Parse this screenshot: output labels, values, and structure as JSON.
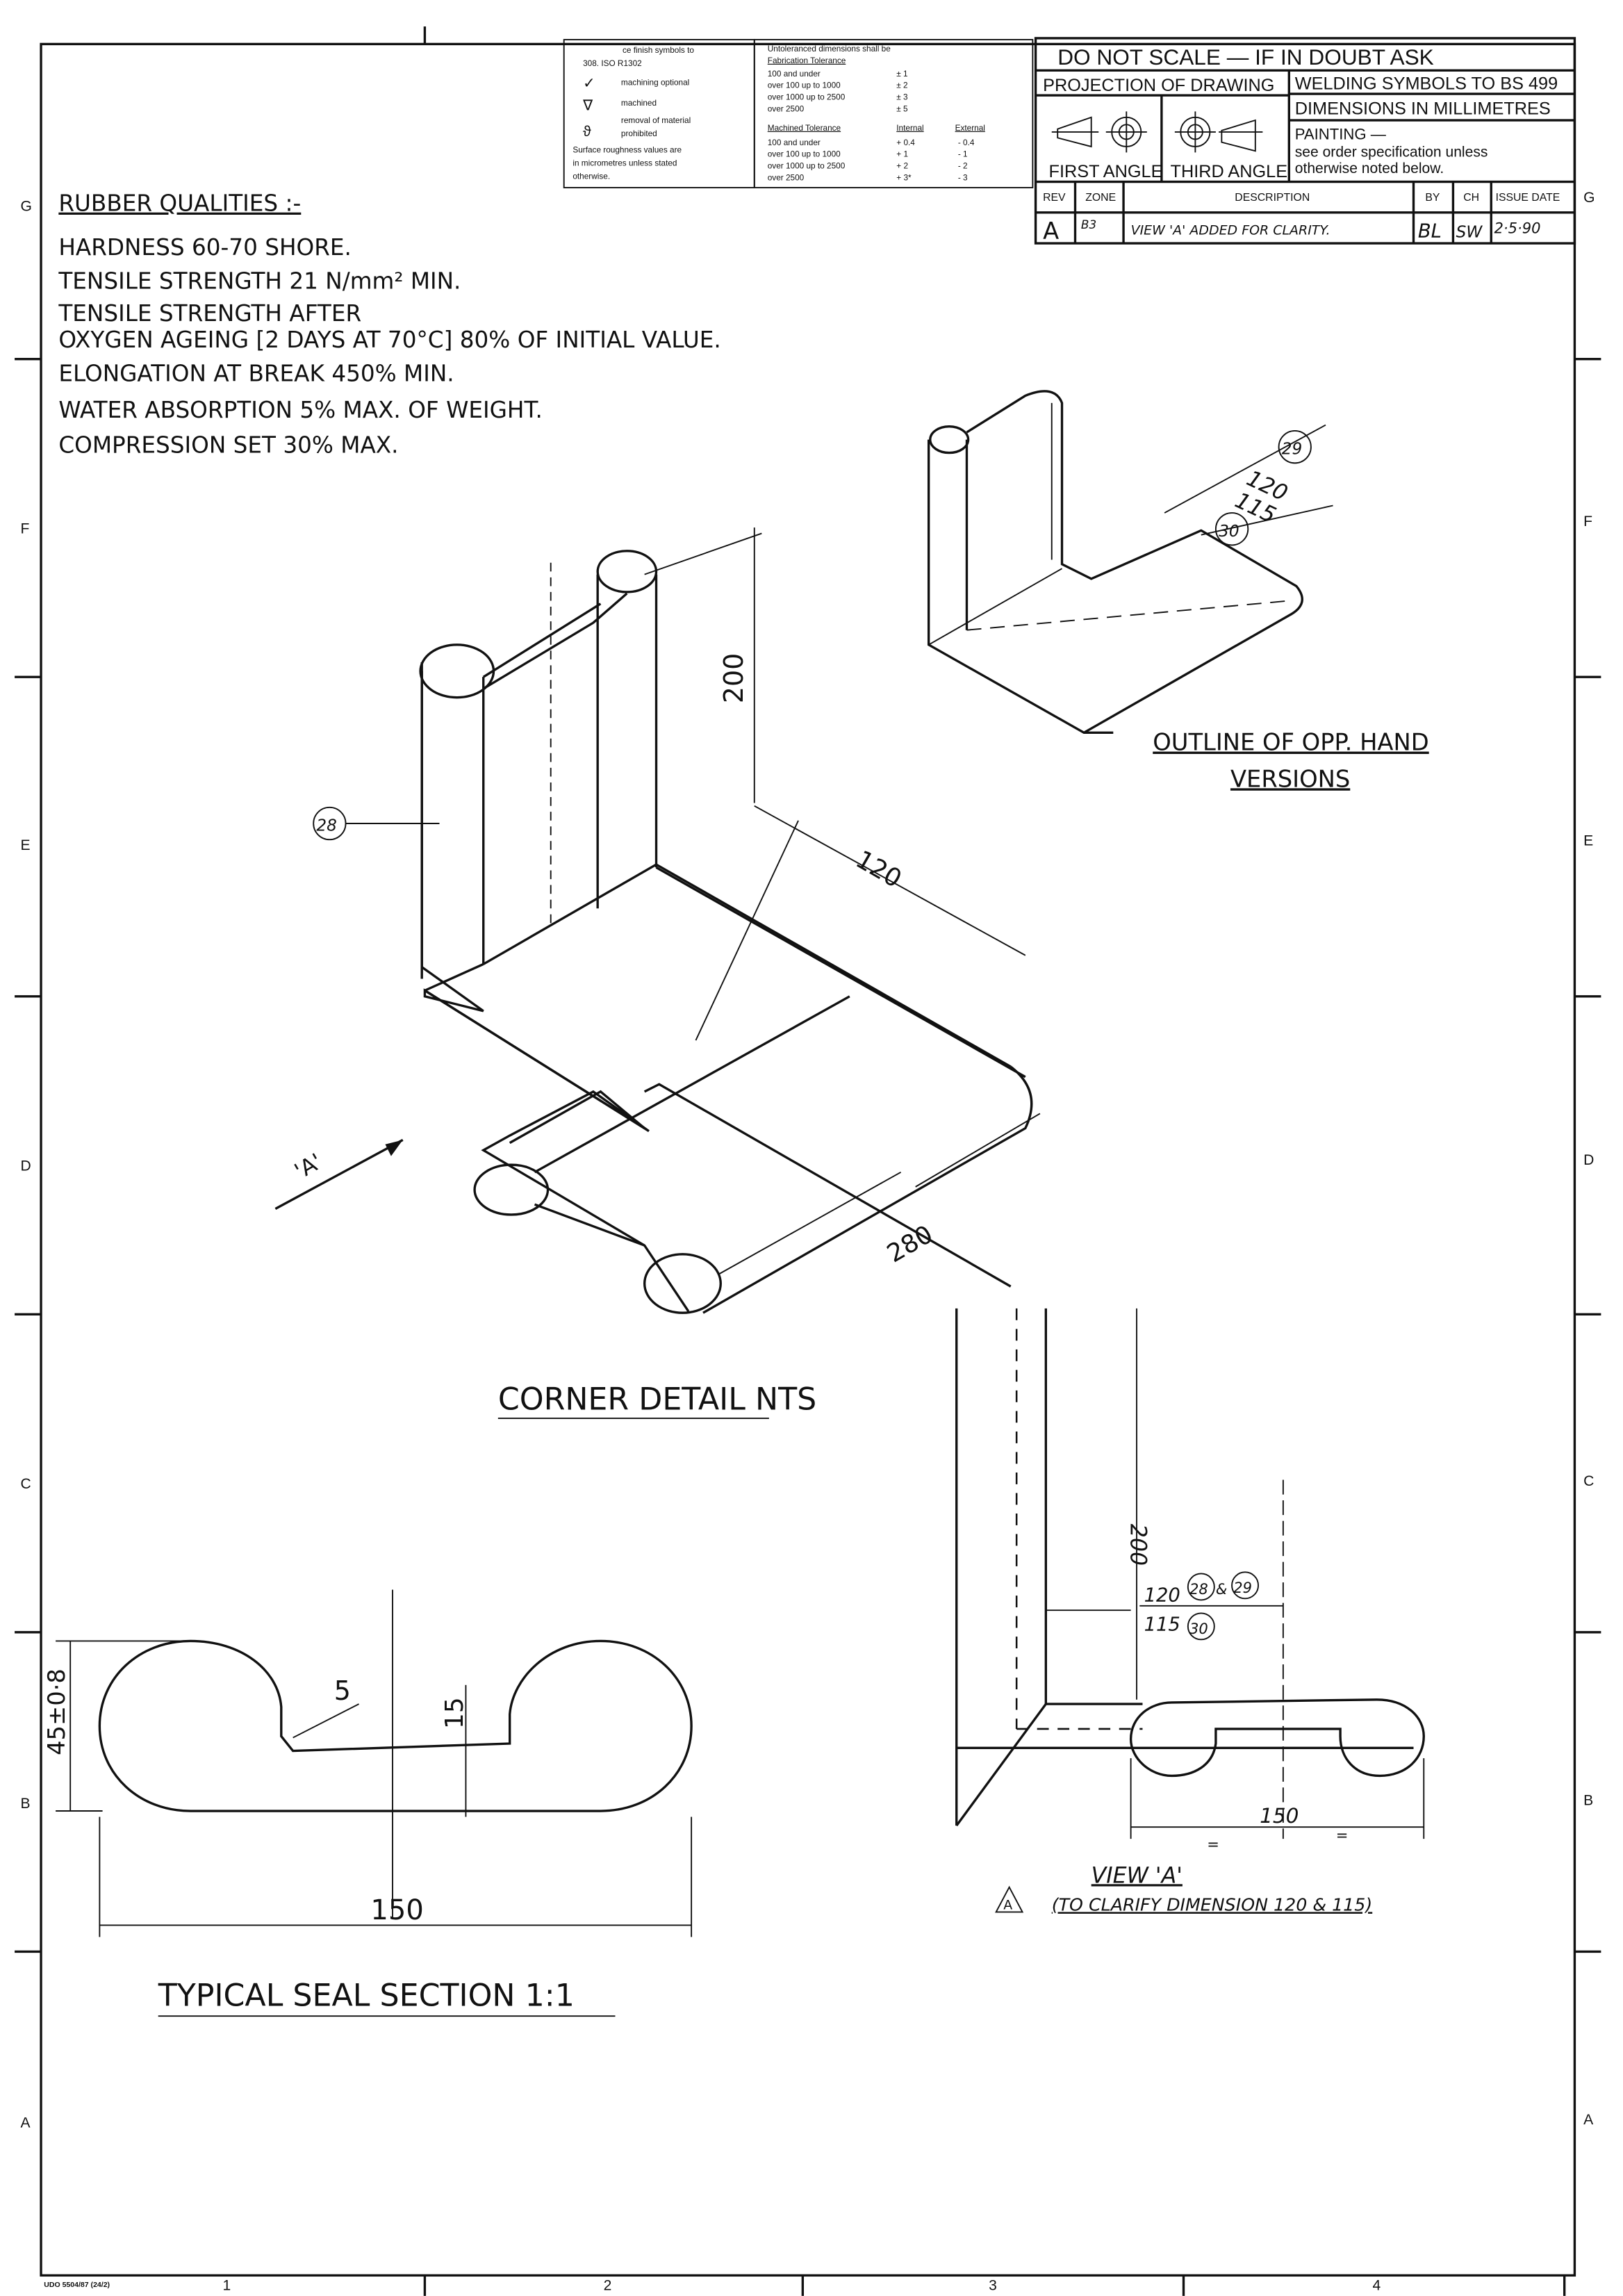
{
  "zones": {
    "rows": [
      "G",
      "F",
      "E",
      "D",
      "C",
      "B",
      "A"
    ],
    "cols": [
      "1",
      "2",
      "3",
      "4"
    ]
  },
  "form_ref": "UDO 5504/87 (24/2)",
  "surface_finish": {
    "line1": "ce finish symbols to",
    "line2": "308. ISO R1302",
    "items": [
      "machining optional",
      "machined",
      "removal of material",
      "prohibited"
    ],
    "note": [
      "Surface roughness values are",
      "in micrometres unless stated",
      "otherwise."
    ]
  },
  "tolerances": {
    "title": "Untoleranced dimensions shall be",
    "fabrication_header": "Fabrication Tolerance",
    "fabrication": [
      {
        "range": "100 and under",
        "tol": "± 1"
      },
      {
        "range": "over 100 up to 1000",
        "tol": "± 2"
      },
      {
        "range": "over 1000 up to 2500",
        "tol": "± 3"
      },
      {
        "range": "over 2500",
        "tol": "± 5"
      }
    ],
    "machined_header": "Machined Tolerance",
    "internal_header": "Internal",
    "external_header": "External",
    "machined": [
      {
        "range": "100 and under",
        "internal": "+ 0.4",
        "external": "- 0.4"
      },
      {
        "range": "over 100 up to 1000",
        "internal": "+ 1",
        "external": "- 1"
      },
      {
        "range": "over 1000 up to 2500",
        "internal": "+ 2",
        "external": "- 2"
      },
      {
        "range": "over 2500",
        "internal": "+ 3*",
        "external": "- 3"
      }
    ]
  },
  "title_block": {
    "warning": "DO NOT SCALE  — IF IN DOUBT ASK",
    "projection": "PROJECTION OF DRAWING",
    "first_angle": "FIRST ANGLE",
    "third_angle": "THIRD ANGLE",
    "welding": "WELDING SYMBOLS TO BS 499",
    "dimensions": "DIMENSIONS IN MILLIMETRES",
    "painting": "PAINTING —",
    "painting_note1": "see order specification unless",
    "painting_note2": "otherwise noted below.",
    "rev_headers": [
      "REV",
      "ZONE",
      "DESCRIPTION",
      "BY",
      "CH",
      "ISSUE DATE"
    ],
    "revisions": [
      {
        "rev": "A",
        "zone": "B3",
        "description": "VIEW 'A' ADDED FOR CLARITY.",
        "by": "BL",
        "ch": "SW",
        "date": "2·5·90"
      }
    ]
  },
  "rubber": {
    "title": "RUBBER QUALITIES :-",
    "lines": [
      "HARDNESS    60-70 SHORE.",
      "TENSILE STRENGTH    21 N/mm² MIN.",
      "TENSILE STRENGTH AFTER",
      "OXYGEN AGEING [2 DAYS AT 70°C]   80% OF INITIAL VALUE.",
      "ELONGATION AT BREAK      450% MIN.",
      "WATER ABSORPTION   5% MAX. OF WEIGHT.",
      "COMPRESSION SET    30% MAX."
    ]
  },
  "corner_detail": {
    "title": "CORNER DETAIL  NTS",
    "dim_height": "200",
    "dim_width": "120",
    "dim_length": "280",
    "item": "28",
    "view_label": "'A'"
  },
  "opp_hand": {
    "title1": "OUTLINE OF OPP. HAND",
    "title2": "VERSIONS",
    "dim1": "120",
    "dim2": "115",
    "item1": "29",
    "item2": "30"
  },
  "seal_section": {
    "title": "TYPICAL SEAL SECTION 1:1",
    "dim_height": "45±0·8",
    "dim_width": "150",
    "dim_radius": "5",
    "dim_depth": "15"
  },
  "view_a": {
    "title": "VIEW 'A'",
    "note": "(TO CLARIFY DIMENSION 120 & 115)",
    "rev_marker": "A",
    "dim_height": "200",
    "dim_upper": "120",
    "dim_lower": "115",
    "item_a": "28",
    "item_amp": "&",
    "item_b": "29",
    "item_c": "30",
    "dim_width": "150",
    "equal": "="
  }
}
